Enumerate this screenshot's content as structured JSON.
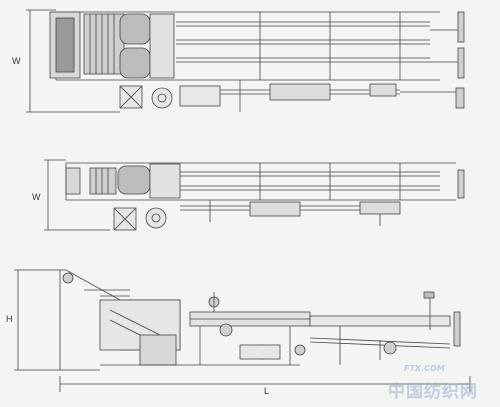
{
  "views": {
    "top_view_1": {
      "dimension_label": "W"
    },
    "top_view_2": {
      "dimension_label": "W"
    },
    "side_view": {
      "height_label": "H",
      "length_label": "L"
    }
  },
  "watermark": {
    "text": "中国纺织网",
    "subtext": "FTX.COM"
  },
  "colors": {
    "line": "#444444",
    "background": "#f4f4f3",
    "watermark": "#a0b6d6"
  }
}
